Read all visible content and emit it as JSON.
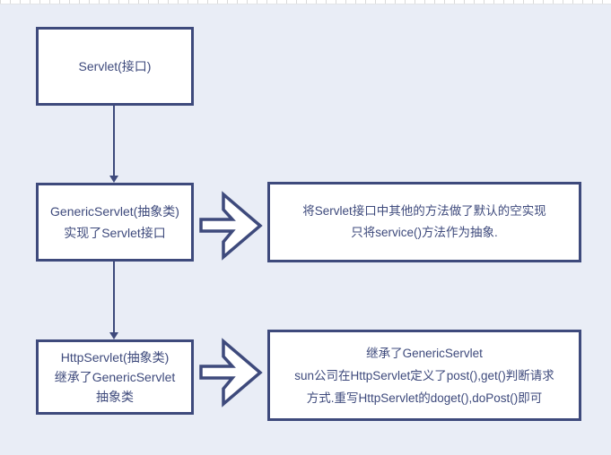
{
  "colors": {
    "canvas_bg": "#e9edf6",
    "shape_border": "#3e4a7c",
    "shape_fill": "#ffffff",
    "text": "#3e4a7c",
    "grid_line": "#d9d9d9"
  },
  "diagram": {
    "nodes": [
      {
        "lines": [
          "Servlet(接口)"
        ]
      },
      {
        "lines": [
          "GenericServlet(抽象类)",
          "实现了Servlet接口"
        ]
      },
      {
        "lines": [
          "将Servlet接口中其他的方法做了默认的空实现",
          "只将service()方法作为抽象."
        ]
      },
      {
        "lines": [
          "HttpServlet(抽象类)",
          "继承了GenericServlet",
          "抽象类"
        ]
      },
      {
        "lines": [
          "继承了GenericServlet",
          "sun公司在HttpServlet定义了post(),get()判断请求",
          "方式.重写HttpServlet的doget(),doPost()即可"
        ]
      }
    ],
    "icons": [
      {
        "name": "down-arrow-connector",
        "glyph": "↓"
      },
      {
        "name": "block-arrow-right",
        "glyph": "⇨"
      }
    ]
  }
}
